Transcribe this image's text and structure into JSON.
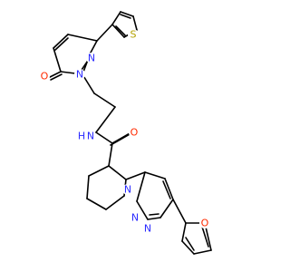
{
  "colors": {
    "background": "#ffffff",
    "bond": "#000000",
    "nitrogen": "#2b2bff",
    "oxygen": "#ff2a00",
    "sulfur": "#b3a100"
  },
  "molecule": {
    "atoms": [
      {
        "id": "s1",
        "label": "S",
        "element": "S"
      },
      {
        "id": "n_thioph_side_1",
        "label": "N",
        "element": "N"
      },
      {
        "id": "n_thioph_side_2",
        "label": "N",
        "element": "N"
      },
      {
        "id": "o_carbonyl_pyridazinone",
        "label": "O",
        "element": "O"
      },
      {
        "id": "n_amide",
        "label": "N",
        "element": "N"
      },
      {
        "id": "h_amide",
        "label": "H",
        "element": "H"
      },
      {
        "id": "o_amide",
        "label": "O",
        "element": "O"
      },
      {
        "id": "n_piperidine",
        "label": "N",
        "element": "N"
      },
      {
        "id": "n_pyridazine_1",
        "label": "N",
        "element": "N"
      },
      {
        "id": "n_pyridazine_2",
        "label": "N",
        "element": "N"
      },
      {
        "id": "o_furan",
        "label": "O",
        "element": "O"
      }
    ]
  }
}
